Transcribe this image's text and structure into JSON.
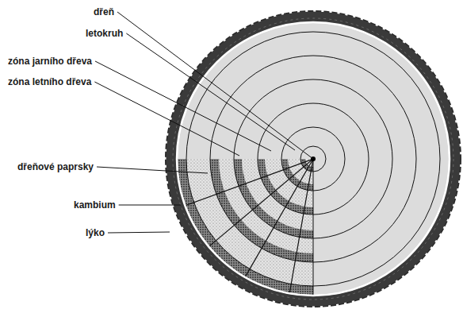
{
  "diagram": {
    "labels": [
      "dřeň",
      "letokruh",
      "zóna jarního dřeva",
      "zóna letního dřeva",
      "dřeňové paprsky",
      "kambium",
      "lýko"
    ]
  }
}
